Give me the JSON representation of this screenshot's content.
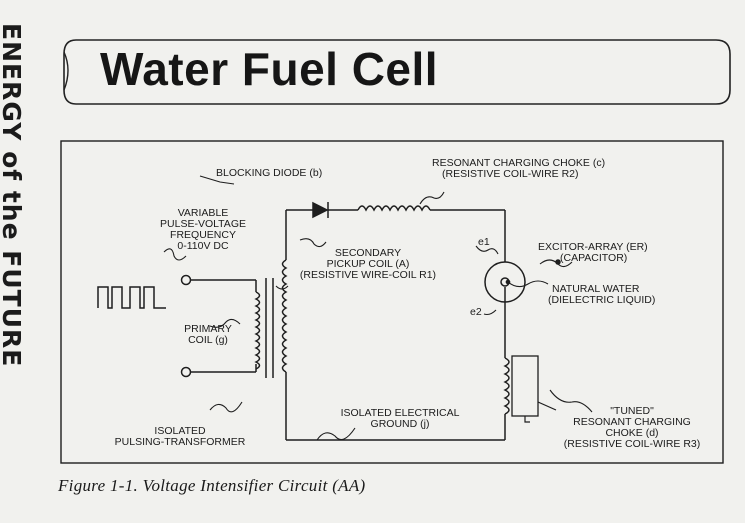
{
  "side_banner": "ENERGY of the FUTURE",
  "title": "Water Fuel Cell",
  "caption": "Figure 1-1.  Voltage Intensifier Circuit (AA)",
  "labels": {
    "blocking_diode": "BLOCKING DIODE (b)",
    "choke_c_line1": "RESONANT CHARGING CHOKE (c)",
    "choke_c_line2": "(RESISTIVE COIL-WIRE R2)",
    "variable_line1": "VARIABLE",
    "variable_line2": "PULSE-VOLTAGE",
    "variable_line3": "FREQUENCY",
    "variable_line4": "0-110V DC",
    "secondary_line1": "SECONDARY",
    "secondary_line2": "PICKUP COIL (A)",
    "secondary_line3": "(RESISTIVE WIRE-COIL R1)",
    "e1": "e1",
    "e2": "e2",
    "excitor_line1": "EXCITOR-ARRAY (ER)",
    "excitor_line2": "(CAPACITOR)",
    "water_line1": "NATURAL WATER",
    "water_line2": "(DIELECTRIC LIQUID)",
    "primary_line1": "PRIMARY",
    "primary_line2": "COIL (g)",
    "ground_line1": "ISOLATED ELECTRICAL",
    "ground_line2": "GROUND (j)",
    "transformer_line1": "ISOLATED",
    "transformer_line2": "PULSING-TRANSFORMER",
    "tuned_line1": "\"TUNED\"",
    "tuned_line2": "RESONANT CHARGING",
    "tuned_line3": "CHOKE (d)",
    "tuned_line4": "(RESISTIVE COIL-WIRE R3)"
  }
}
